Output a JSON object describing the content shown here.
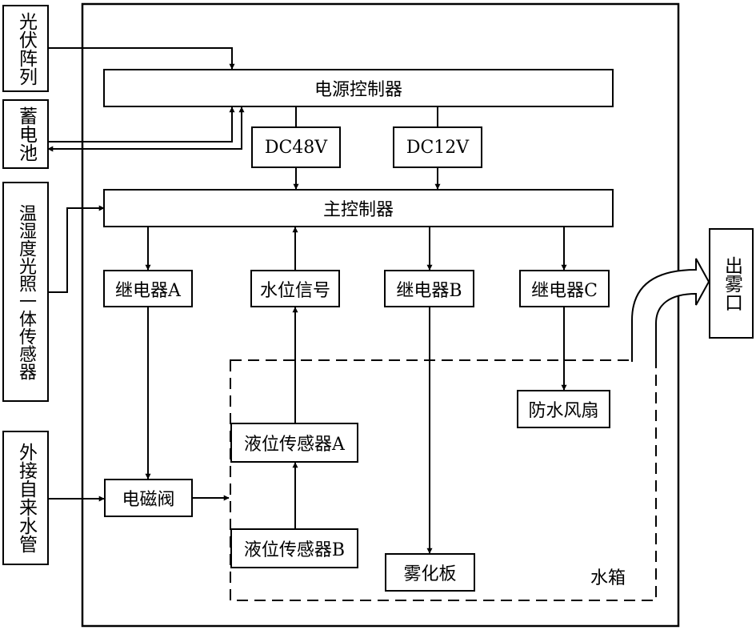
{
  "left_inputs": {
    "pv_array": "光伏阵列",
    "battery": "蓄电池",
    "sensor": "温湿度光照一体传感器",
    "water_pipe": "外接自来水管"
  },
  "blocks": {
    "power_controller": "电源控制器",
    "dc48v": "DC48V",
    "dc12v": "DC12V",
    "main_controller": "主控制器",
    "relay_a": "继电器A",
    "water_level_signal": "水位信号",
    "relay_b": "继电器B",
    "relay_c": "继电器C",
    "waterproof_fan": "防水风扇",
    "level_sensor_a": "液位传感器A",
    "solenoid_valve": "电磁阀",
    "level_sensor_b": "液位传感器B",
    "atomizer_plate": "雾化板"
  },
  "tank_label": "水箱",
  "outlet": "出雾口"
}
